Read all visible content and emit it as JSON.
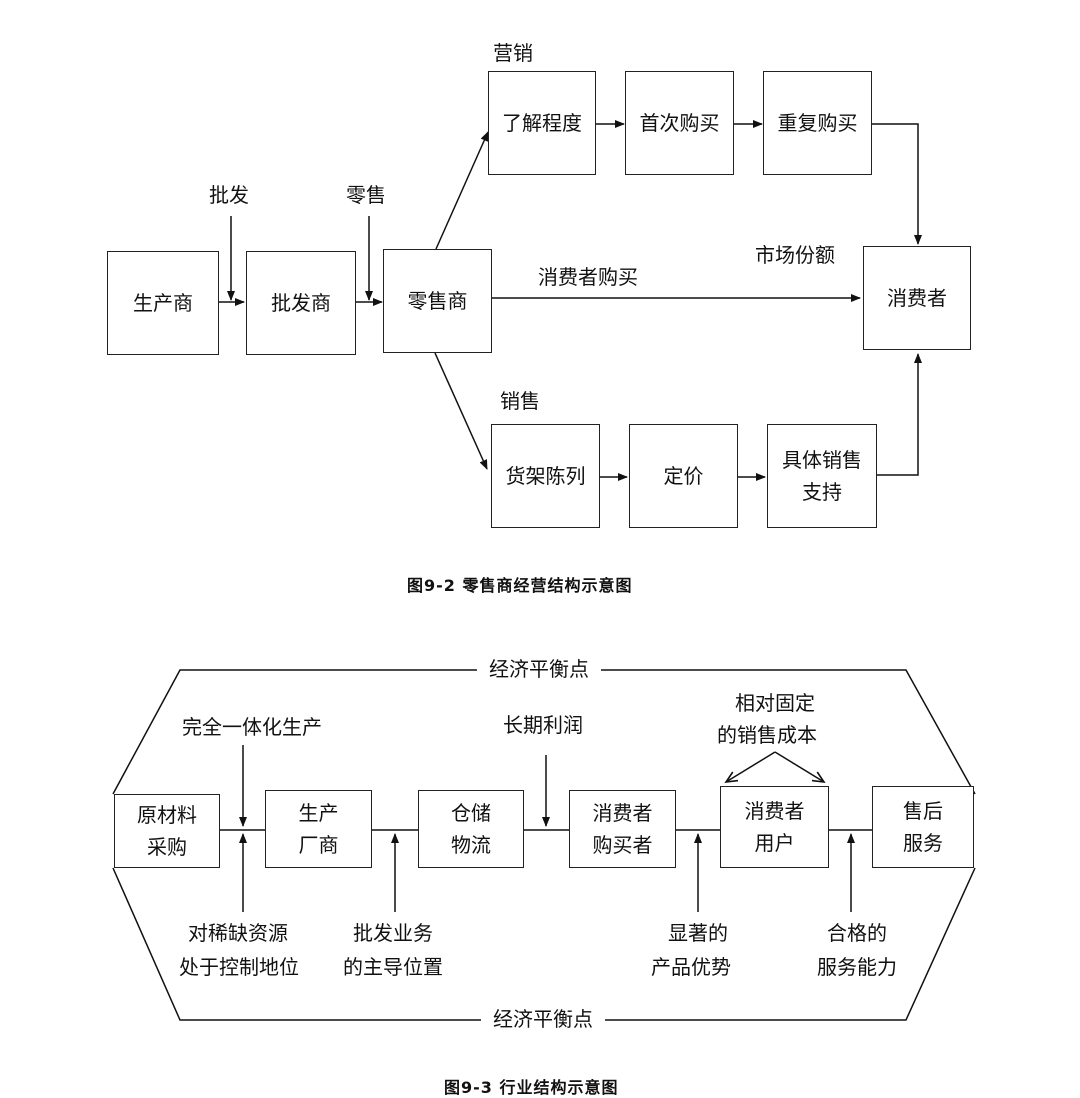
{
  "fig1": {
    "boxes": {
      "producer": "生产商",
      "wholesaler": "批发商",
      "retailer": "零售商",
      "consumer": "消费者",
      "awareness": "了解程度",
      "first_purchase": "首次购买",
      "repeat_purchase": "重复购买",
      "shelf_display": "货架陈列",
      "pricing": "定价",
      "sales_support_1": "具体销售",
      "sales_support_2": "支持"
    },
    "labels": {
      "wholesale": "批发",
      "retail": "零售",
      "marketing": "营销",
      "sales": "销售",
      "consumer_purchase": "消费者购买",
      "market_share": "市场份额"
    },
    "caption": "图9-2 零售商经营结构示意图"
  },
  "fig2": {
    "boxes": {
      "raw_1": "原材料",
      "raw_2": "采购",
      "mfg_1": "生产",
      "mfg_2": "厂商",
      "log_1": "仓储",
      "log_2": "物流",
      "buyer_1": "消费者",
      "buyer_2": "购买者",
      "user_1": "消费者",
      "user_2": "用户",
      "after_1": "售后",
      "after_2": "服务"
    },
    "labels": {
      "equilibrium_top": "经济平衡点",
      "equilibrium_bottom": "经济平衡点",
      "integration": "完全一体化生产",
      "long_profit": "长期利润",
      "fixed_cost_1": "相对固定",
      "fixed_cost_2": "的销售成本",
      "scarce_1": "对稀缺资源",
      "scarce_2": "处于控制地位",
      "wholesale_1": "批发业务",
      "wholesale_2": "的主导位置",
      "advantage_1": "显著的",
      "advantage_2": "产品优势",
      "service_1": "合格的",
      "service_2": "服务能力"
    },
    "caption": "图9-3 行业结构示意图"
  }
}
